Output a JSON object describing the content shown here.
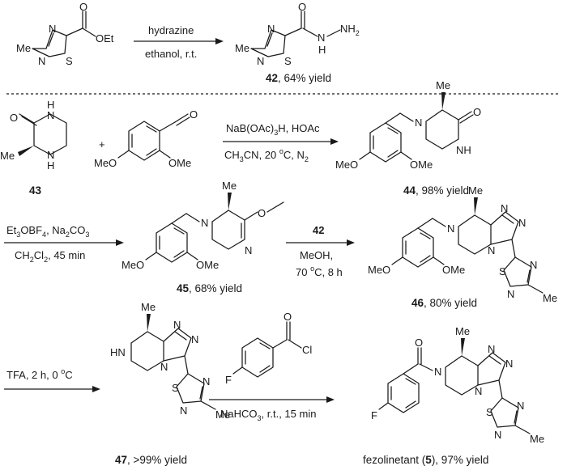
{
  "atoms": {
    "O": "O",
    "OEt": "OEt",
    "N": "N",
    "S": "S",
    "Me": "Me",
    "NH": "NH",
    "HN": "HN",
    "H": "H",
    "NH2": "NH",
    "two": "2",
    "MeO": "MeO",
    "OMe": "OMe",
    "F": "F",
    "Cl": "Cl",
    "plus": "+"
  },
  "reagents": {
    "r1_top": "hydrazine",
    "r1_bottom": "ethanol, r.t.",
    "r2_top_a": "NaB(OAc)",
    "r2_top_sub": "3",
    "r2_top_b": "H, HOAc",
    "r2_bottom_a": "CH",
    "r2_bottom_sub1": "3",
    "r2_bottom_b": "CN, 20 ",
    "r2_bottom_sup": "o",
    "r2_bottom_c": "C, N",
    "r2_bottom_sub2": "2",
    "r3_top_a": "Et",
    "r3_top_sub1": "3",
    "r3_top_b": "OBF",
    "r3_top_sub2": "4",
    "r3_top_c": ", Na",
    "r3_top_sub3": "2",
    "r3_top_d": "CO",
    "r3_top_sub4": "3",
    "r3_bottom_a": "CH",
    "r3_bottom_sub1": "2",
    "r3_bottom_b": "Cl",
    "r3_bottom_sub2": "2",
    "r3_bottom_c": ", 45 min",
    "r4_top": "42",
    "r4_mid": "MeOH,",
    "r4_bottom_a": "70 ",
    "r4_bottom_sup": "o",
    "r4_bottom_b": "C, 8 h",
    "r5_a": "TFA, 2 h, 0 ",
    "r5_sup": "o",
    "r5_b": "C",
    "r6_a": "NaHCO",
    "r6_sub": "3",
    "r6_b": ", r.t., 15 min"
  },
  "compounds": {
    "c42": {
      "number": "42",
      "yield": ", 64% yield"
    },
    "c43": {
      "number": "43"
    },
    "c44": {
      "number": "44",
      "yield": ", 98% yield"
    },
    "c45": {
      "number": "45",
      "yield": ", 68% yield"
    },
    "c46": {
      "number": "46",
      "yield": ", 80% yield"
    },
    "c47": {
      "number": "47",
      "yield": ", >99% yield"
    },
    "c5": {
      "name": "fezolinetant (",
      "number": "5",
      "yield": "), 97% yield"
    }
  }
}
